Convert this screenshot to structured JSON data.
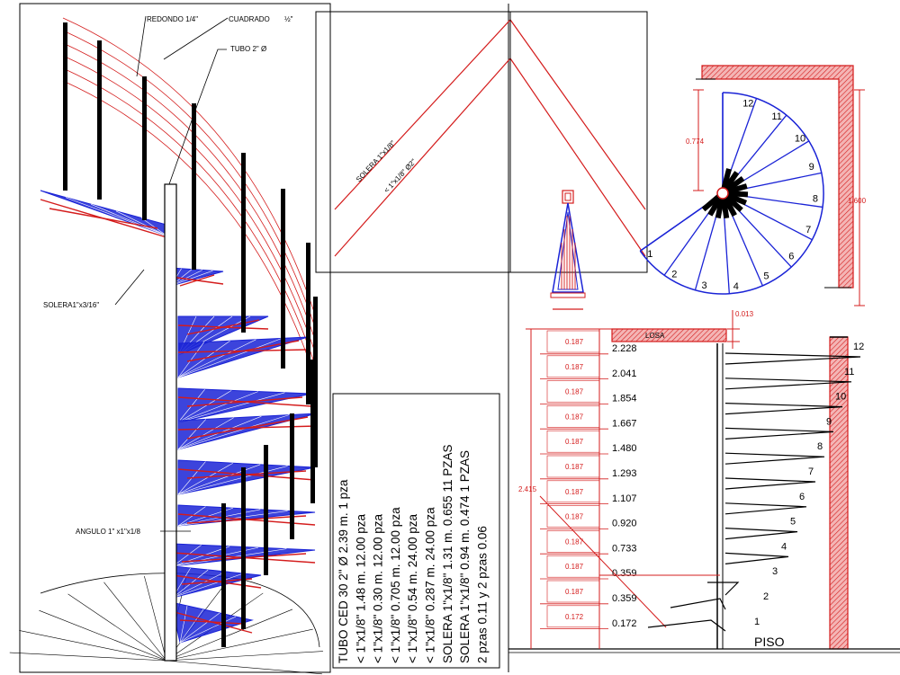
{
  "iso_labels": {
    "redondo": "REDONDO 1/4\"",
    "cuadrado": "CUADRADO",
    "cuadrado_frac": "½\"",
    "tubo": "TUBO 2\" Ø",
    "solera": "SOLERA1\"x3/16\"",
    "angulo": "ANGULO 1\" x1\"x1/8"
  },
  "detail_labels": {
    "solera": "SOLERA 1\"x1/8\"",
    "angle": "< 1\"x1/8\" Ø2\""
  },
  "bom_lines": [
    "TUBO CED 30 2\" Ø 2.39 m. 1 pza",
    "< 1\"x1/8\" 1.48 m. 12.00 pza",
    "< 1\"x1/8\" 0.30 m. 12.00 pza",
    "< 1\"x1/8\" 0.705 m. 12.00 pza",
    "< 1\"x1/8\" 0.54 m. 24.00 pza",
    "< 1\"x1/8\" 0.287 m. 24.00 pza",
    "SOLERA 1\"x1/8\" 1.31 m. 0.655 11 PZAS",
    "SOLERA 1\"x1/8\" 0.94 m. 0.474 1 PZAS",
    "2 pzas 0.11 y 2 pzas 0.06"
  ],
  "plan": {
    "step_numbers": [
      "1",
      "2",
      "3",
      "4",
      "5",
      "6",
      "7",
      "8",
      "9",
      "10",
      "11",
      "12"
    ],
    "dim_left": "0.774",
    "dim_right": "1.600"
  },
  "elevation": {
    "riser": "0.187",
    "risers_last": "0.172",
    "total_height": "2.415",
    "slab_dim": "0.013",
    "losa": "LOSA",
    "floor_label": "PISO",
    "levels": [
      "2.228",
      "2.041",
      "1.854",
      "1.667",
      "1.480",
      "1.293",
      "1.107",
      "0.920",
      "0.733",
      "0.359",
      "0.359",
      "0.172"
    ],
    "step_numbers": [
      "12",
      "11",
      "10",
      "9",
      "8",
      "7",
      "6",
      "5",
      "4",
      "3",
      "2",
      "1"
    ]
  },
  "colors": {
    "red": "#d41c1c",
    "blue": "#1a23d6",
    "black": "#000000"
  }
}
